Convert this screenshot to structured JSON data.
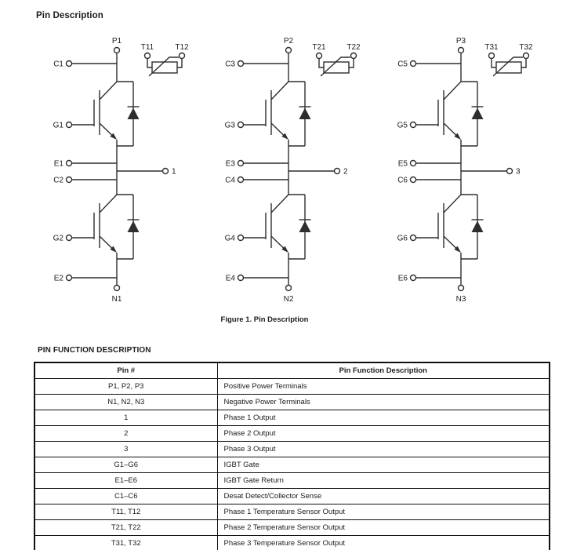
{
  "page": {
    "title": "Pin Description",
    "figure_caption": "Figure 1. Pin Description"
  },
  "schematic": {
    "circuits": [
      {
        "p": "P1",
        "c_top": "C1",
        "g_top": "G1",
        "e_top": "E1",
        "c_bot": "C2",
        "g_bot": "G2",
        "e_bot": "E2",
        "n": "N1",
        "out": "1",
        "t1": "T11",
        "t2": "T12"
      },
      {
        "p": "P2",
        "c_top": "C3",
        "g_top": "G3",
        "e_top": "E3",
        "c_bot": "C4",
        "g_bot": "G4",
        "e_bot": "E4",
        "n": "N2",
        "out": "2",
        "t1": "T21",
        "t2": "T22"
      },
      {
        "p": "P3",
        "c_top": "C5",
        "g_top": "G5",
        "e_top": "E5",
        "c_bot": "C6",
        "g_bot": "G6",
        "e_bot": "E6",
        "n": "N3",
        "out": "3",
        "t1": "T31",
        "t2": "T32"
      }
    ]
  },
  "table": {
    "title": "PIN FUNCTION DESCRIPTION",
    "columns": [
      "Pin #",
      "Pin Function Description"
    ],
    "rows": [
      [
        "P1, P2, P3",
        "Positive Power Terminals"
      ],
      [
        "N1, N2, N3",
        "Negative Power Terminals"
      ],
      [
        "1",
        "Phase 1 Output"
      ],
      [
        "2",
        "Phase 2 Output"
      ],
      [
        "3",
        "Phase 3 Output"
      ],
      [
        "G1–G6",
        "IGBT Gate"
      ],
      [
        "E1–E6",
        "IGBT Gate Return"
      ],
      [
        "C1–C6",
        "Desat Detect/Collector Sense"
      ],
      [
        "T11, T12",
        "Phase 1 Temperature Sensor Output"
      ],
      [
        "T21, T22",
        "Phase 2 Temperature Sensor Output"
      ],
      [
        "T31, T32",
        "Phase 3 Temperature Sensor Output"
      ]
    ]
  },
  "colors": {
    "ink": "#1c1c1c",
    "line": "#2e2e2e",
    "table_border": "#111111",
    "background": "#ffffff"
  }
}
